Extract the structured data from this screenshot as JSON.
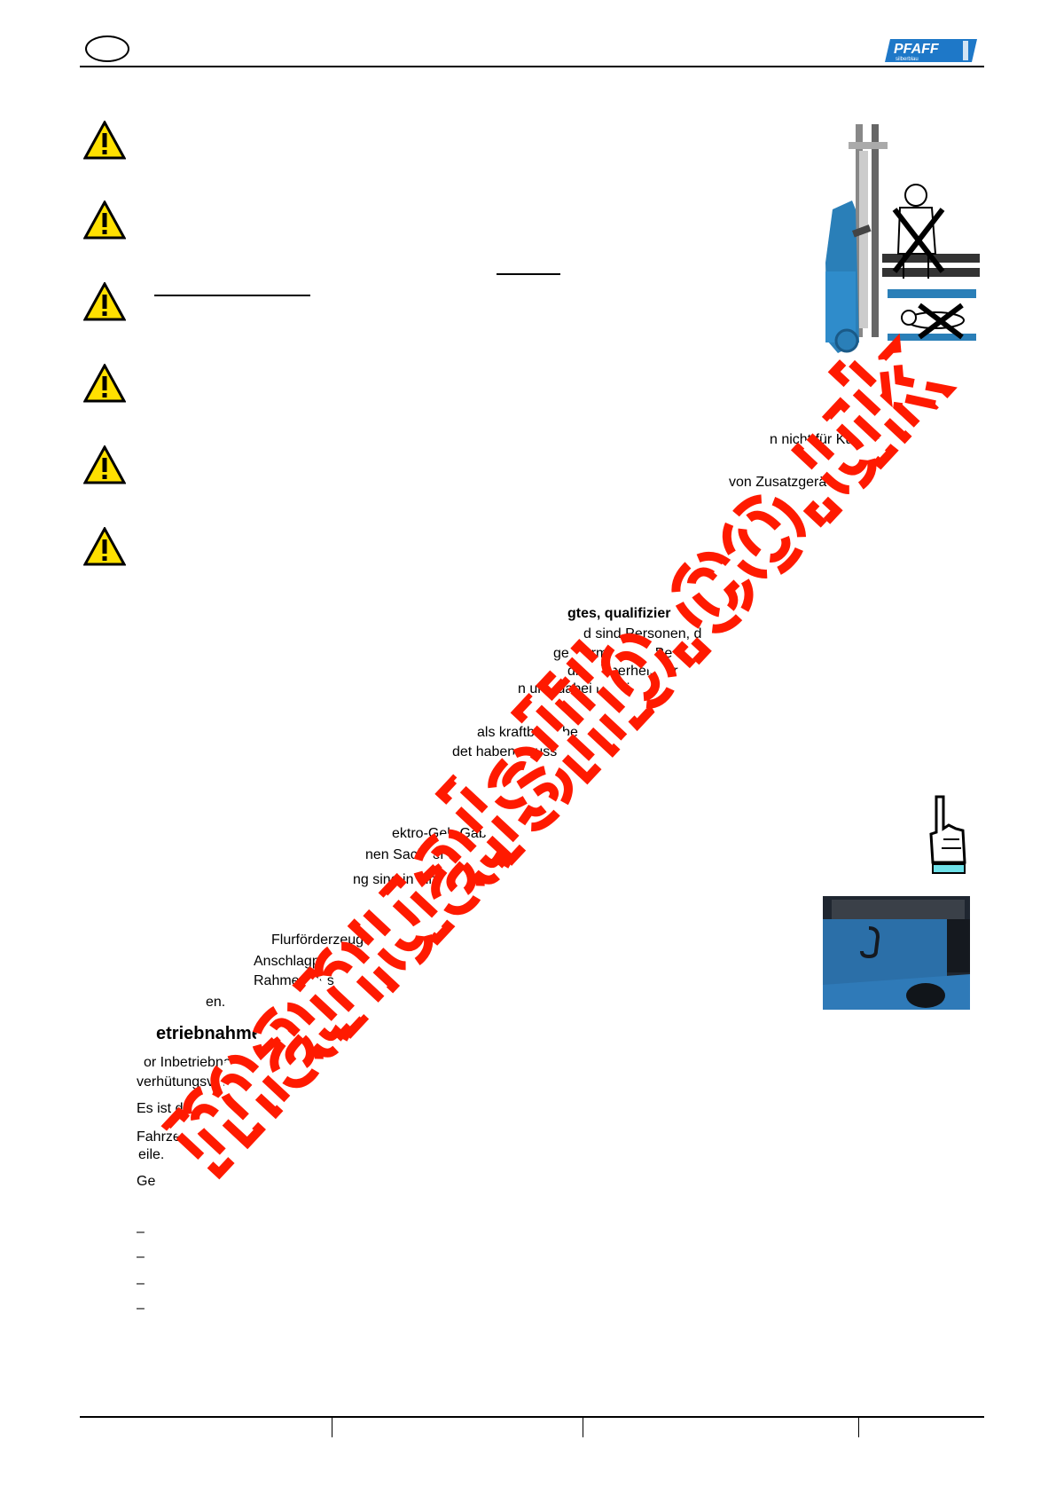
{
  "header": {
    "language_badge": "",
    "logo_text": "PFAFF",
    "logo_subtext": "silberblau"
  },
  "body_fragments": [
    {
      "id": "f1",
      "text": "n nicht für Kühlha"
    },
    {
      "id": "f2",
      "text": "von Zusatzgerä"
    },
    {
      "id": "f3",
      "text": "gtes, qualifizier"
    },
    {
      "id": "f4",
      "text": "d sind Personen, d"
    },
    {
      "id": "f5",
      "text": "ge Normen und Be"
    },
    {
      "id": "f6",
      "text": "die Sicherheit der"
    },
    {
      "id": "f7",
      "text": "n und dabei mögli"
    },
    {
      "id": "f8",
      "text": "als kraftbetriebe"
    },
    {
      "id": "f9",
      "text": "det haben, muss e"
    },
    {
      "id": "f10",
      "text": "ektro-Geh-Gabe"
    },
    {
      "id": "f11",
      "text": "nen Sachver"
    },
    {
      "id": "f12",
      "text": "ng sind in ein P"
    },
    {
      "id": "f13",
      "text": "Flurförderzeuge"
    },
    {
      "id": "f14",
      "text": "Anschlagpunkte"
    },
    {
      "id": "f15",
      "text": "Rahmen des"
    },
    {
      "id": "f16",
      "text": "en."
    },
    {
      "id": "f17",
      "text": "etriebnahme"
    },
    {
      "id": "f18",
      "text": "or Inbetriebnahm"
    },
    {
      "id": "f19",
      "text": "verhütungsvor"
    },
    {
      "id": "f20",
      "text": "Es ist darau"
    },
    {
      "id": "f21",
      "text": "Fahrzeu"
    },
    {
      "id": "f22",
      "text": "eile."
    },
    {
      "id": "f23",
      "text": "Ge"
    }
  ],
  "list_markers": [
    "–",
    "–",
    "–",
    "–"
  ],
  "watermark": "manualslib.co.uk",
  "colors": {
    "watermark": "#ff1a00",
    "warning_yellow": "#ffe000",
    "machine_blue": "#2a7fb8",
    "logo_blue": "#1e78c8"
  },
  "icons": [
    "warning-triangle-icon",
    "pointing-hand-icon",
    "pfaff-logo"
  ]
}
